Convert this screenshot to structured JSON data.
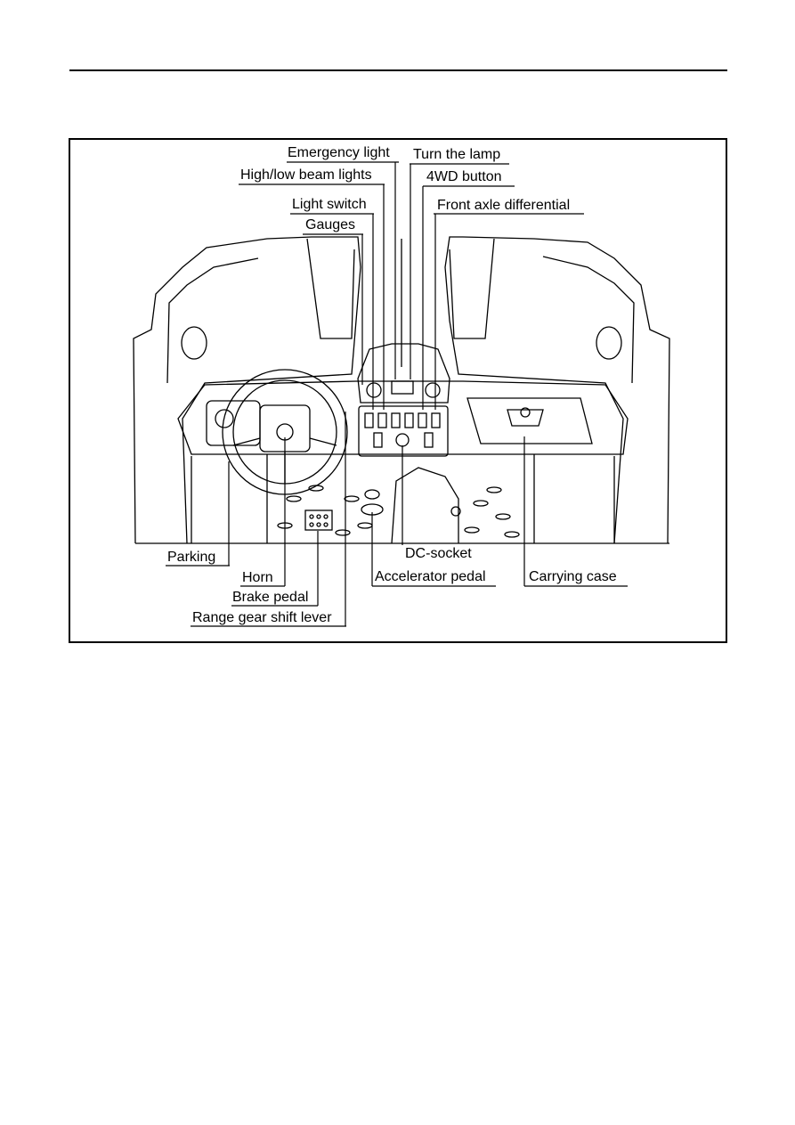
{
  "figure": {
    "labels": {
      "emergency_light": "Emergency light",
      "turn_lamp": "Turn the lamp",
      "beam_lights": "High/low beam lights",
      "wd_button": "4WD button",
      "light_switch": "Light switch",
      "front_axle": "Front axle differential",
      "gauges": "Gauges",
      "parking": "Parking",
      "dc_socket": "DC-socket",
      "horn": "Horn",
      "accelerator": "Accelerator pedal",
      "carrying_case": "Carrying case",
      "brake_pedal": "Brake pedal",
      "range_gear": "Range gear shift lever"
    }
  }
}
